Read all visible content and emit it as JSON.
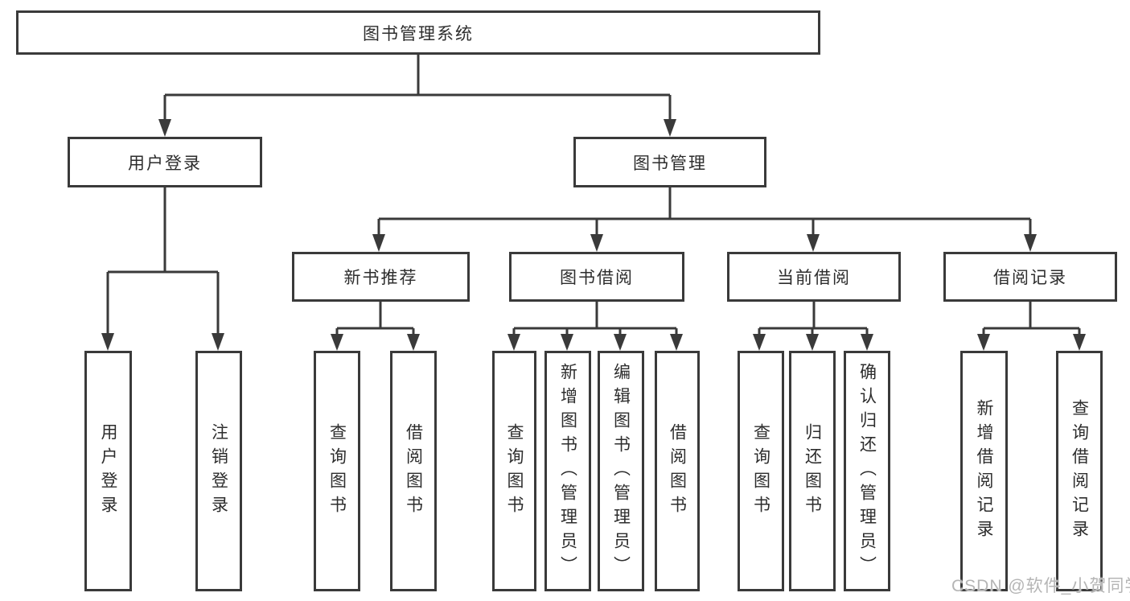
{
  "colors": {
    "line": "#3a3a3a",
    "text": "#2d2d2d",
    "watermark": "#b5b5b5",
    "background": "#ffffff"
  },
  "watermark": "CSDN @软件_小贺同学",
  "root": {
    "label": "图书管理系统",
    "children": [
      {
        "label": "用户登录",
        "children": [
          {
            "label": "用户登录"
          },
          {
            "label": "注销登录"
          }
        ]
      },
      {
        "label": "图书管理",
        "children": [
          {
            "label": "新书推荐",
            "children": [
              {
                "label": "查询图书"
              },
              {
                "label": "借阅图书"
              }
            ]
          },
          {
            "label": "图书借阅",
            "children": [
              {
                "label": "查询图书"
              },
              {
                "label": "新增图书（管理员）"
              },
              {
                "label": "编辑图书（管理员）"
              },
              {
                "label": "借阅图书"
              }
            ]
          },
          {
            "label": "当前借阅",
            "children": [
              {
                "label": "查询图书"
              },
              {
                "label": "归还图书"
              },
              {
                "label": "确认归还（管理员）"
              }
            ]
          },
          {
            "label": "借阅记录",
            "children": [
              {
                "label": "新增借阅记录"
              },
              {
                "label": "查询借阅记录"
              }
            ]
          }
        ]
      }
    ]
  }
}
